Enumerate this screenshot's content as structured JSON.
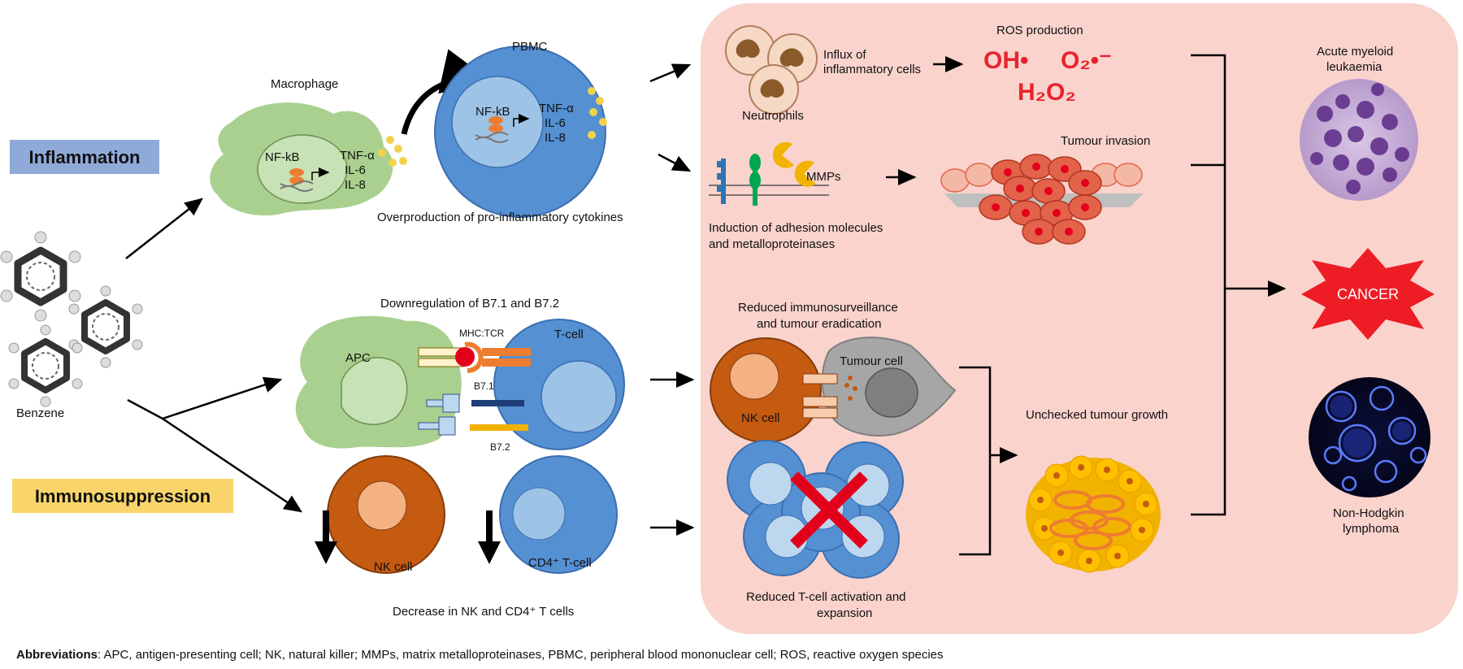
{
  "sections": {
    "inflammation": "Inflammation",
    "immunosuppression": "Immunosuppression"
  },
  "benzene": {
    "label": "Benzene"
  },
  "inflammation_panel": {
    "macrophage": "Macrophage",
    "pbmc": "PBMC",
    "nfkb": "NF-kB",
    "cytokines": [
      "TNF-α",
      "IL-6",
      "IL-8"
    ],
    "caption": "Overproduction of pro-inflammatory cytokines"
  },
  "immuno_panel": {
    "downregulation_title": "Downregulation of B7.1 and B7.2",
    "apc": "APC",
    "tcell": "T-cell",
    "mhc_tcr": "MHC:TCR",
    "b71": "B7.1",
    "b72": "B7.2",
    "nk_cell": "NK cell",
    "cd4_cell": "CD4⁺ T-cell",
    "decrease_caption": "Decrease in NK and CD4⁺ T cells"
  },
  "pink_panel": {
    "neutrophils": "Neutrophils",
    "influx_line1": "Influx of",
    "influx_line2": "inflammatory cells",
    "ros_title": "ROS production",
    "ros_oh": "OH•",
    "ros_o2": "O₂•⁻",
    "ros_h2o2": "H₂O₂",
    "mmps": "MMPs",
    "adhesion_line1": "Induction of adhesion molecules",
    "adhesion_line2": "and metalloproteinases",
    "tumour_invasion": "Tumour invasion",
    "immunosurv_line1": "Reduced immunosurveillance",
    "immunosurv_line2": "and tumour eradication",
    "tumour_cell": "Tumour cell",
    "nk_cell": "NK cell",
    "unchecked": "Unchecked tumour growth",
    "tcell_act_line1": "Reduced T-cell activation and",
    "tcell_act_line2": "expansion"
  },
  "outcomes": {
    "aml_line1": "Acute myeloid",
    "aml_line2": "leukaemia",
    "cancer": "CANCER",
    "nhl_line1": "Non-Hodgkin",
    "nhl_line2": "lymphoma"
  },
  "abbreviations": {
    "heading": "Abbreviations",
    "text": ": APC, antigen-presenting cell; NK, natural killer;  MMPs, matrix metalloproteinases, PBMC, peripheral blood mononuclear cell; ROS, reactive oxygen species"
  },
  "colors": {
    "pink_panel": "#f9d3cc",
    "inflammation_tag": "#8fa9d9",
    "immunosuppression_tag": "#f8d46b",
    "cancer_star": "#ee1c24",
    "ros_text": "#e8232d",
    "pbmc_blue": "#5590d3",
    "macrophage_green": "#a9d08e",
    "nk_orange": "#c55a11"
  }
}
